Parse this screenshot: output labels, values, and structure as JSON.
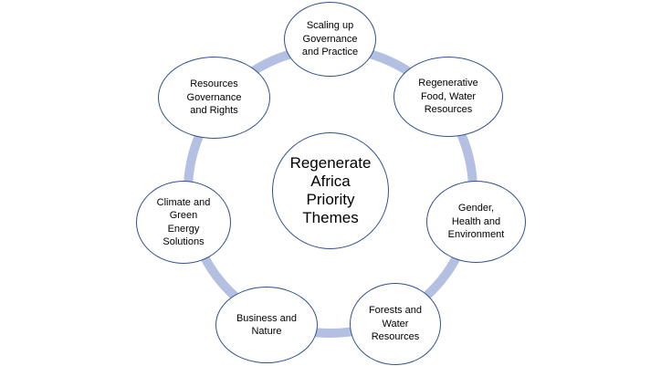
{
  "diagram": {
    "colors": {
      "ring": "#b4c0e2",
      "node_border": "#2f528f",
      "node_fill": "#ffffff",
      "text": "#000000"
    },
    "center": {
      "label": "Regenerate\nAfrica\nPriority\nThemes"
    },
    "nodes": [
      {
        "label": "Scaling up\nGovernance\nand Practice"
      },
      {
        "label": "Regenerative\nFood, Water\nResources"
      },
      {
        "label": "Gender,\nHealth and\nEnvironment"
      },
      {
        "label": "Forests and\nWater\nResources"
      },
      {
        "label": "Business and\nNature"
      },
      {
        "label": "Climate and\nGreen\nEnergy\nSolutions"
      },
      {
        "label": "Resources\nGovernance\nand Rights"
      }
    ]
  }
}
